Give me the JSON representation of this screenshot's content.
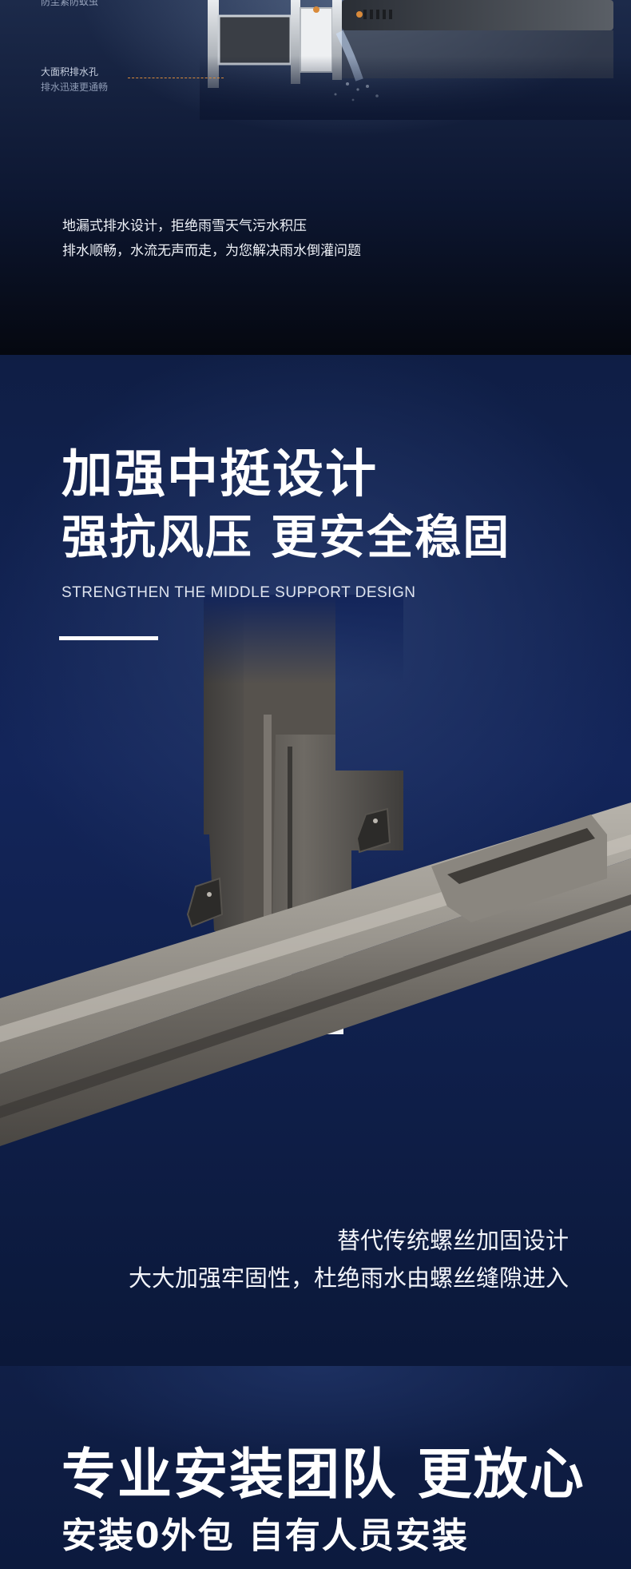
{
  "drainage": {
    "label_top": "防尘紧防蚊虫",
    "label_hole": "大面积排水孔",
    "label_hole_sub": "排水迅速更通畅",
    "desc_line1": "地漏式排水设计，拒绝雨雪天气污水积压",
    "desc_line2": "排水顺畅，水流无声而走，为您解决雨水倒灌问题"
  },
  "support": {
    "title_line1": "加强中挺设计",
    "title_line2": "强抗风压 更安全稳固",
    "subtitle_en": "STRENGTHEN THE MIDDLE SUPPORT DESIGN",
    "caption_line1": "替代传统螺丝加固设计",
    "caption_line2": "大大加强牢固性，杜绝雨水由螺丝缝隙进入"
  },
  "install": {
    "title_line1": "专业安装团队  更放心",
    "title_line2": "安装0外包 自有人员安装"
  },
  "colors": {
    "navy": "#0f1e45",
    "accent_orange": "#d98a3a",
    "profile_gray": "#6b6761"
  }
}
